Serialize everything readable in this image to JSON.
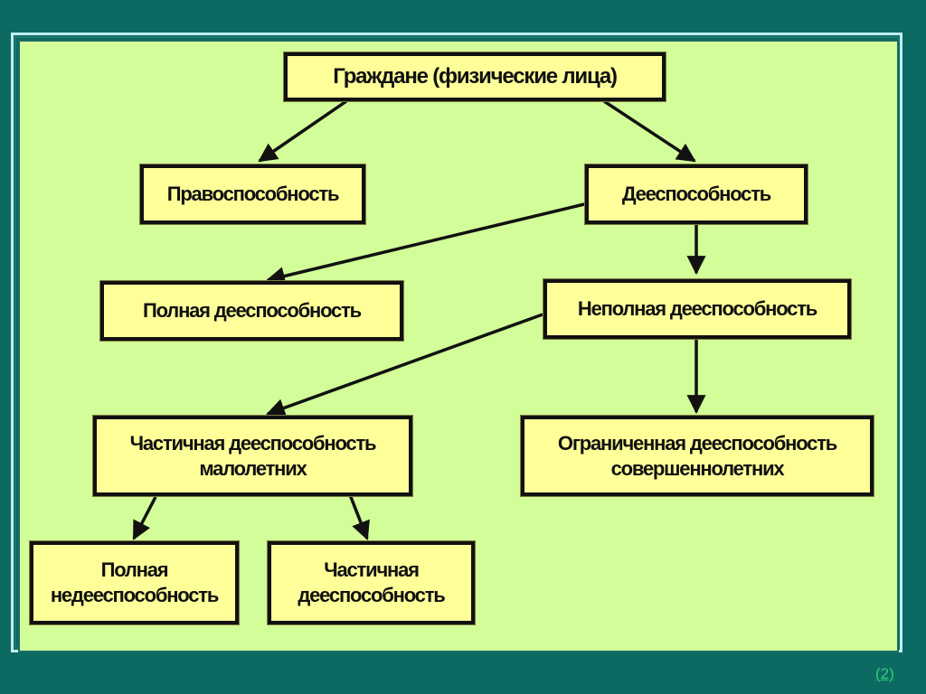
{
  "nodes": {
    "citizens": "Граждане (физические лица)",
    "legal_capacity": "Правоспособность",
    "capacity": "Дееспособность",
    "full_capacity": "Полная дееспособность",
    "partial_capacity": "Неполная дееспособность",
    "minors_partial_l1": "Частичная дееспособность",
    "minors_partial_l2": "малолетних",
    "limited_l1": "Ограниченная дееспособность",
    "limited_l2": "совершеннолетних",
    "incapacity_l1": "Полная",
    "incapacity_l2": "недееспособность",
    "partial_l1": "Частичная",
    "partial_l2": "дееспособность"
  },
  "page_link": "(2)",
  "colors": {
    "background": "#0d6a62",
    "panel": "#d2fd98",
    "box": "#ffff99"
  }
}
